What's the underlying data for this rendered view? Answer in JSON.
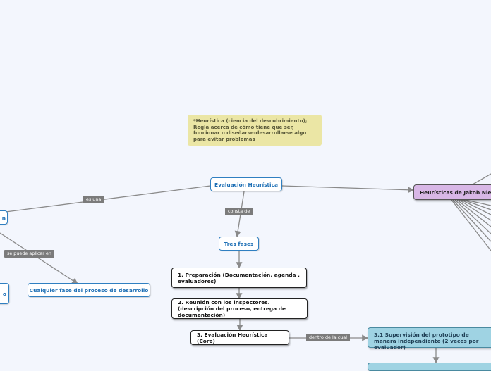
{
  "nodes": {
    "root": "Evaluación Heurística",
    "note": "*Heurística (ciencia del descubrimiento); Regla acerca de cómo tiene que ser, funcionar o diseñarse-desarrollarse algo para evitar problemas",
    "tres_fases": "Tres fases",
    "fase1": "1. Preparación (Documentación, agenda , evaluadores)",
    "fase2": "2. Reunión con los inspectores. (descripción del proceso, entrega de documentación)",
    "fase3": "3. Evaluación Heurística (Core)",
    "sub31": "3.1 Supervisión del prototipo de manera independiente (2 veces por evaluador)",
    "nielsen": "Heurísticas de Jakob Nielsen",
    "cualquier_fase": "Cualquier fase del proceso de desarrollo",
    "left_partial_1": "n",
    "left_partial_2": "o"
  },
  "connectors": {
    "es_una": "es una",
    "consta_de": "consta de",
    "se_puede_aplicar_en": "se puede aplicar en",
    "dentro_de_la_cual": "dentro de la cual"
  },
  "colors": {
    "background": "#f3f6fd",
    "line": "#8a8a8a",
    "blue_border": "#2f7fc1",
    "note_bg": "#ebe6a5",
    "purple_bg": "#d8b7e6",
    "teal_bg": "#9fd3e3",
    "connector_bg": "#7b7b7b"
  }
}
